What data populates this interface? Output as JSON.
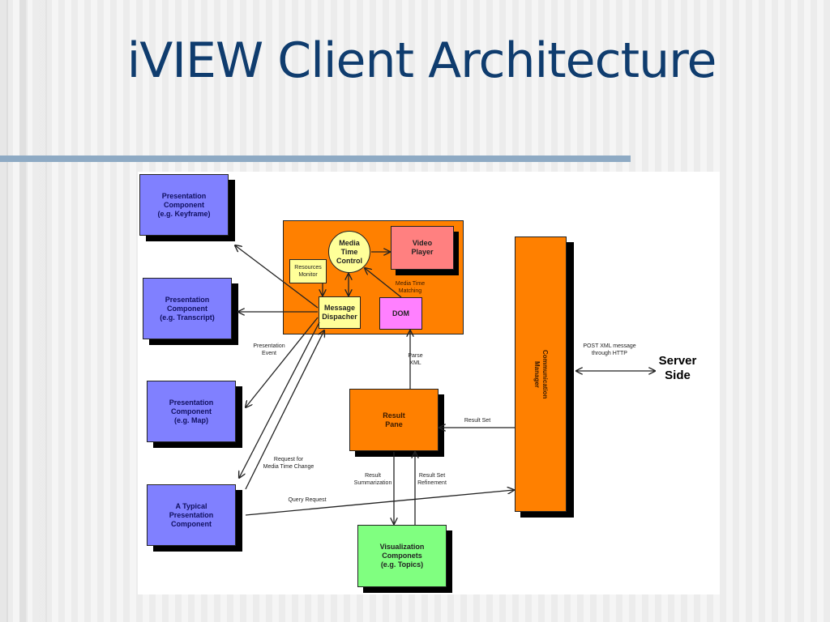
{
  "slide": {
    "title": "iVIEW Client Architecture"
  },
  "diagram": {
    "nodes": {
      "pc_keyframe": "Presentation\nComponent\n(e.g. Keyframe)",
      "pc_transcript": "Presentation\nComponent\n(e.g. Transcript)",
      "pc_map": "Presentation\nComponent\n(e.g. Map)",
      "pc_typical": "A Typical\nPresentation\nComponent",
      "media_time_control": "Media\nTime\nControl",
      "video_player": "Video\nPlayer",
      "resources_monitor": "Resources\nMonitor",
      "message_dispacher": "Message\nDispacher",
      "dom": "DOM",
      "result_pane": "Result\nPane",
      "visualization": "Visualization\nComponets\n(e.g. Topics)",
      "communication_manager": "Communication\nManager",
      "server_side": "Server\nSide"
    },
    "edge_labels": {
      "media_time_matching": "Media Time\nMatching",
      "presentation_event": "Presentation\nEvent",
      "parse_xml": "Parse\nXML",
      "result_set": "Result Set",
      "post_xml": "POST XML message\nthrough HTTP",
      "request_media_time": "Request for\nMedia Time Change",
      "query_request": "Query Request",
      "result_summarization": "Result\nSummarization",
      "result_set_refinement": "Result Set\nRefinement"
    },
    "colors": {
      "presentation": "#8080ff",
      "module": "#ff8000",
      "yellow": "#ffff99",
      "video": "#ff8080",
      "dom": "#ff80ff",
      "visualization": "#80ff80",
      "title": "#0f3c6e"
    }
  }
}
